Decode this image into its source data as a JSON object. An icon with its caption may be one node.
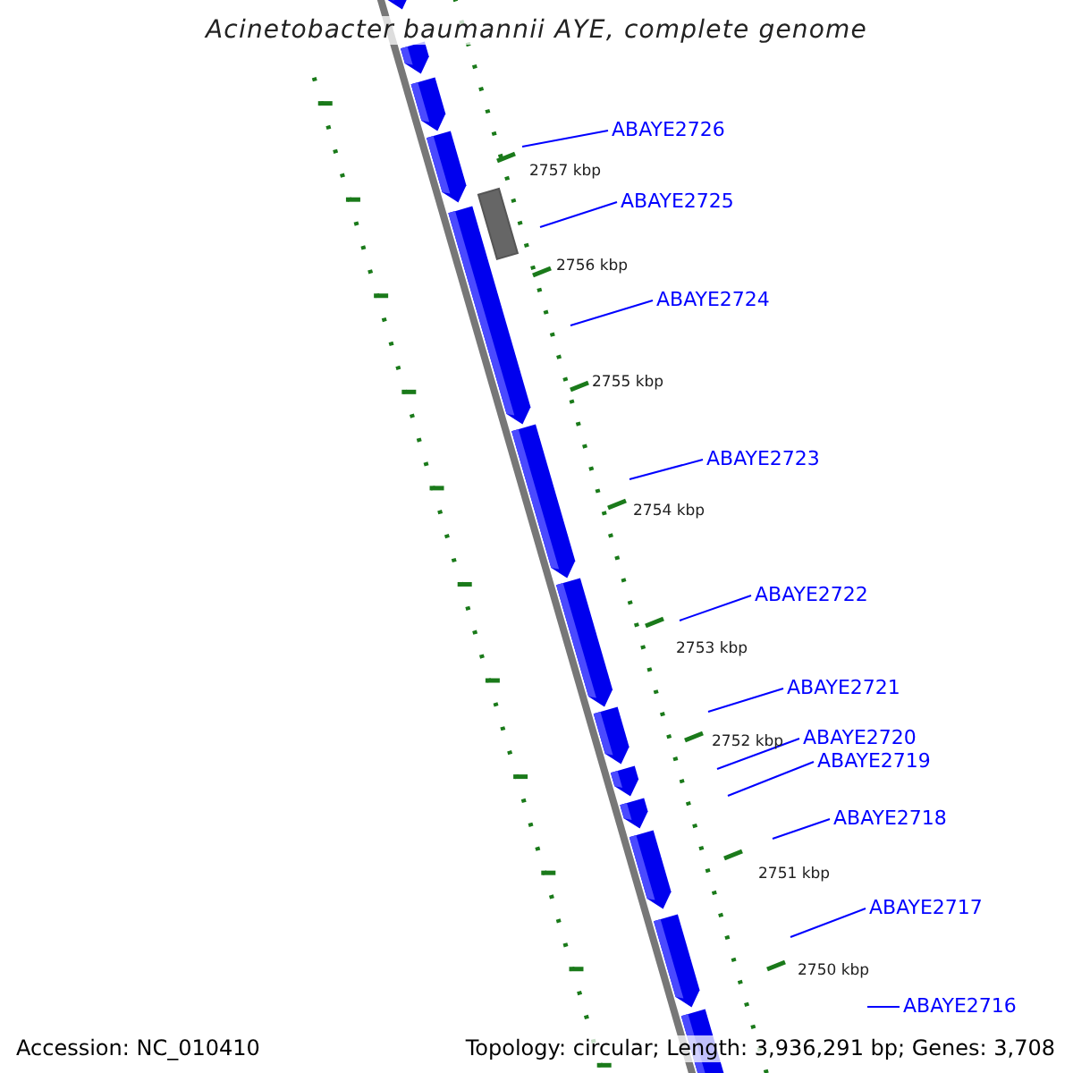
{
  "diagram": {
    "title": "Acinetobacter baumannii AYE, complete genome",
    "nodes": [
      {
        "text": [
          "ABAYE2726"
        ]
      },
      {
        "text": [
          "ABAYE2725"
        ]
      },
      {
        "text": [
          "ABAYE2724"
        ]
      },
      {
        "text": [
          "ABAYE2723"
        ]
      },
      {
        "text": [
          "ABAYE2722"
        ]
      },
      {
        "text": [
          "ABAYE2721"
        ]
      },
      {
        "text": [
          "ABAYE2720"
        ]
      },
      {
        "text": [
          "ABAYE2719"
        ]
      },
      {
        "text": [
          "ABAYE2718"
        ]
      },
      {
        "text": [
          "ABAYE2717"
        ]
      },
      {
        "text": [
          "ABAYE2716"
        ]
      }
    ],
    "edges": [
      {
        "from": 0,
        "to": null,
        "arrow": "none"
      },
      {
        "from": 1,
        "to": null,
        "arrow": "none"
      },
      {
        "from": 2,
        "to": null,
        "arrow": "none"
      },
      {
        "from": 3,
        "to": null,
        "arrow": "none"
      },
      {
        "from": 4,
        "to": null,
        "arrow": "none"
      },
      {
        "from": 5,
        "to": null,
        "arrow": "none"
      },
      {
        "from": 6,
        "to": null,
        "arrow": "none"
      },
      {
        "from": 7,
        "to": null,
        "arrow": "none"
      },
      {
        "from": 8,
        "to": null,
        "arrow": "none"
      },
      {
        "from": 9,
        "to": null,
        "arrow": "none"
      },
      {
        "from": 10,
        "to": null,
        "arrow": "none"
      }
    ],
    "labels": [
      "2757 kbp",
      "2756 kbp",
      "2755 kbp",
      "2754 kbp",
      "2753 kbp",
      "2752 kbp",
      "2751 kbp",
      "2750 kbp",
      "Accession: NC_010410",
      "Topology: circular; Length: 3,936,291 bp; Genes: 3,708"
    ]
  }
}
